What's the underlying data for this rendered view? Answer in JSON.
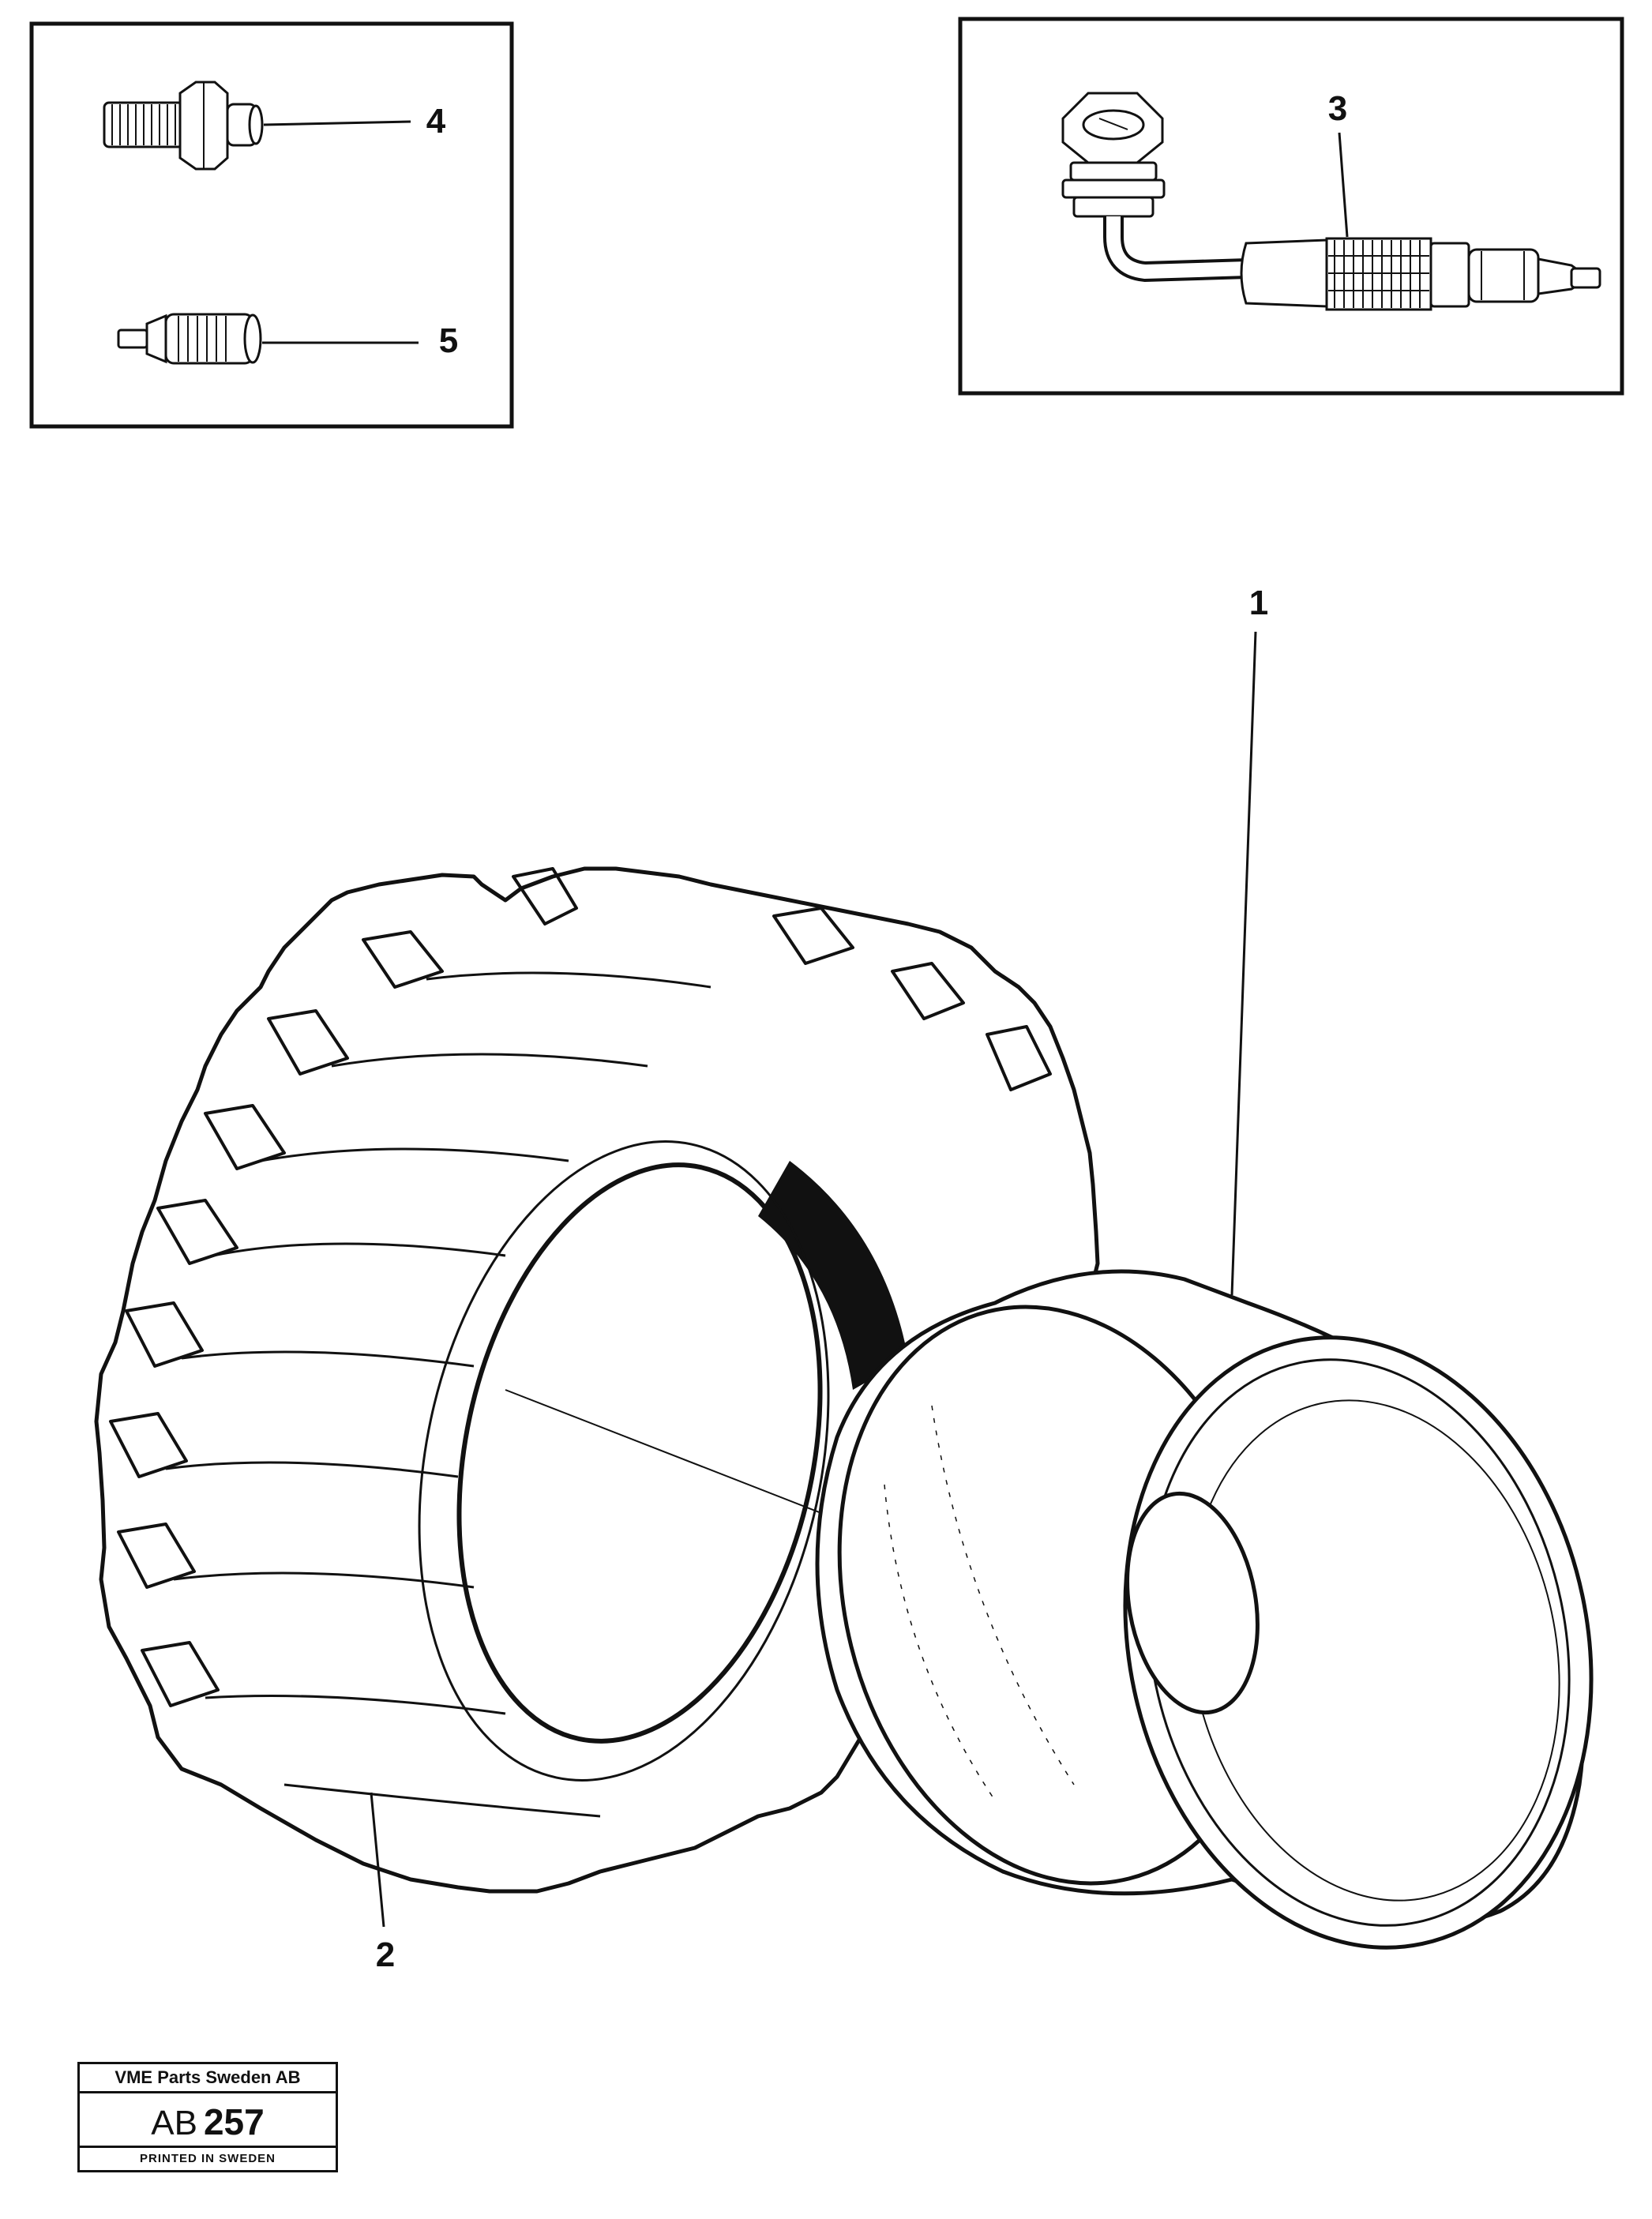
{
  "callouts": {
    "rim": "1",
    "tyre": "2",
    "valve_angled": "3",
    "valve_adapter": "4",
    "valve_cap": "5"
  },
  "stamp": {
    "company": "VME Parts Sweden AB",
    "code_prefix": "AB",
    "code_number": "257",
    "printed": "PRINTED IN SWEDEN"
  },
  "colors": {
    "ink": "#111111",
    "paper": "#ffffff"
  }
}
